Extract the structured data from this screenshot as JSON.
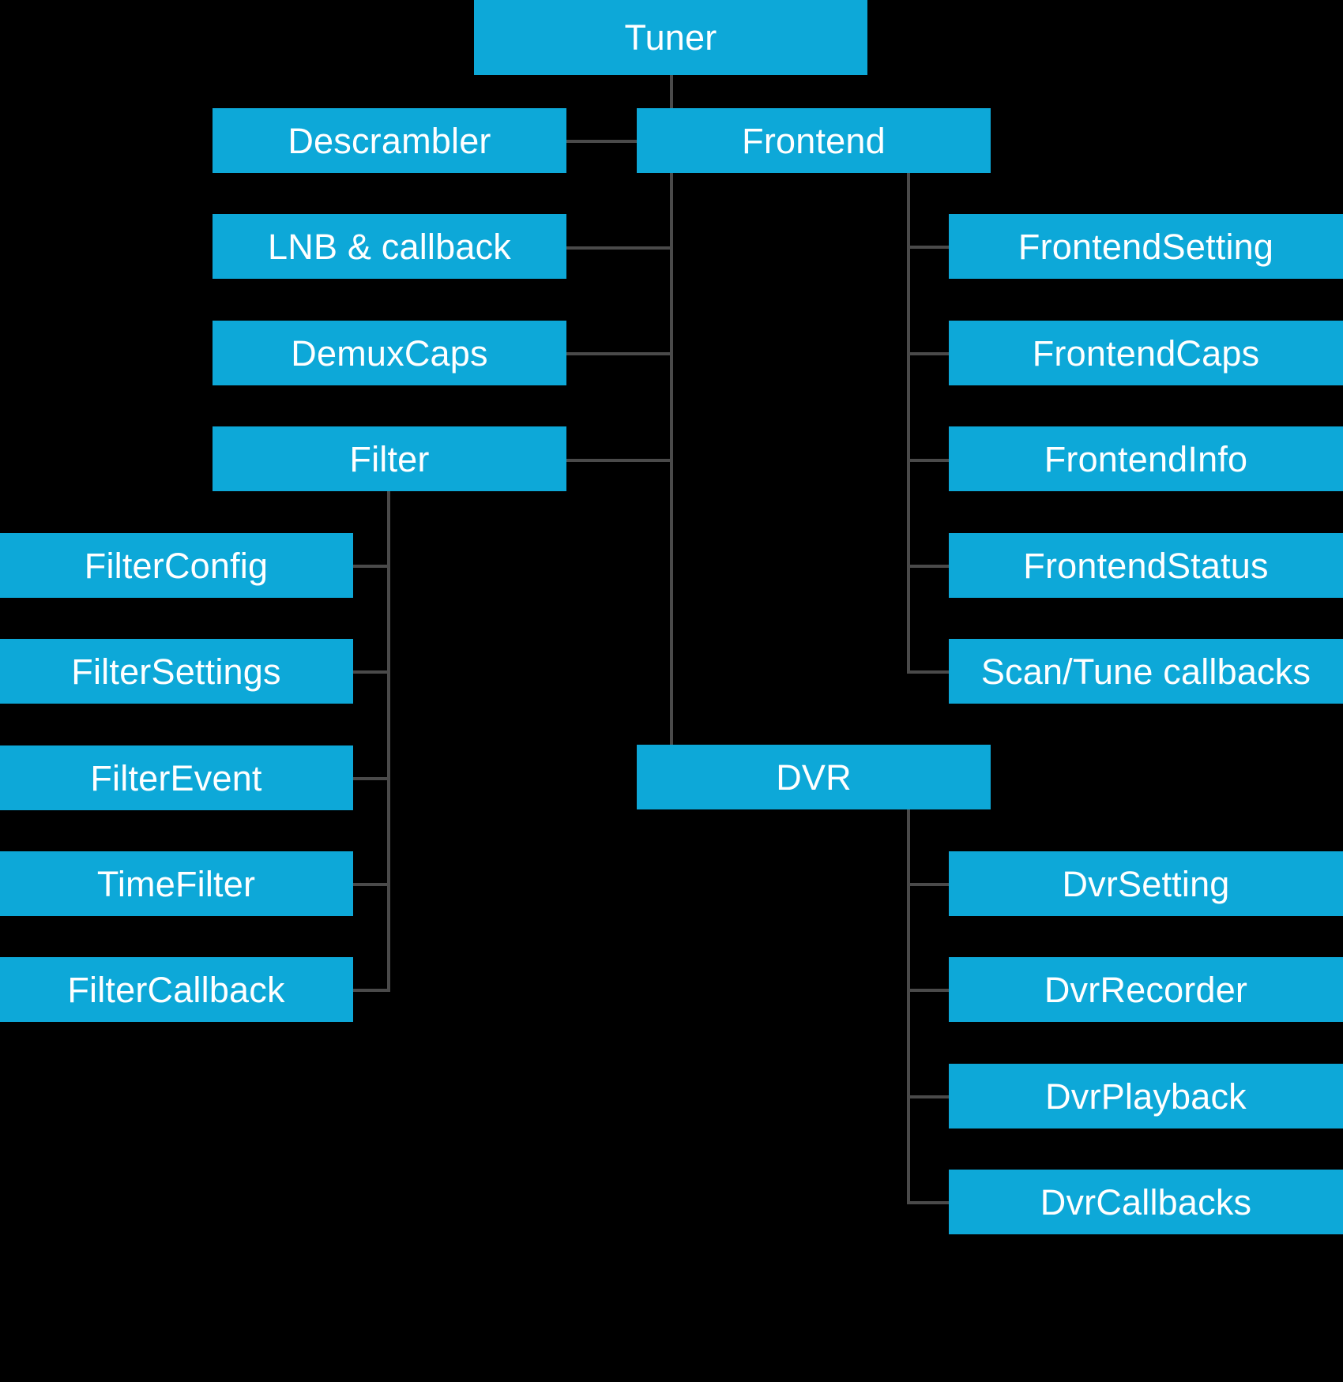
{
  "diagram": {
    "title_node": "Tuner",
    "background_color": "#000000",
    "node_color": "#0da8d8",
    "node_text_color": "#ffffff",
    "edge_color": "#4a4a4a",
    "nodes": {
      "tuner": "Tuner",
      "descrambler": "Descrambler",
      "lnb_callback": "LNB & callback",
      "demux_caps": "DemuxCaps",
      "filter": "Filter",
      "frontend": "Frontend",
      "frontend_setting": "FrontendSetting",
      "frontend_caps": "FrontendCaps",
      "frontend_info": "FrontendInfo",
      "frontend_status": "FrontendStatus",
      "scan_tune_callbacks": "Scan/Tune callbacks",
      "dvr": "DVR",
      "dvr_setting": "DvrSetting",
      "dvr_recorder": "DvrRecorder",
      "dvr_playback": "DvrPlayback",
      "dvr_callbacks": "DvrCallbacks",
      "filter_config": "FilterConfig",
      "filter_settings": "FilterSettings",
      "filter_event": "FilterEvent",
      "time_filter": "TimeFilter",
      "filter_callback": "FilterCallback"
    }
  }
}
